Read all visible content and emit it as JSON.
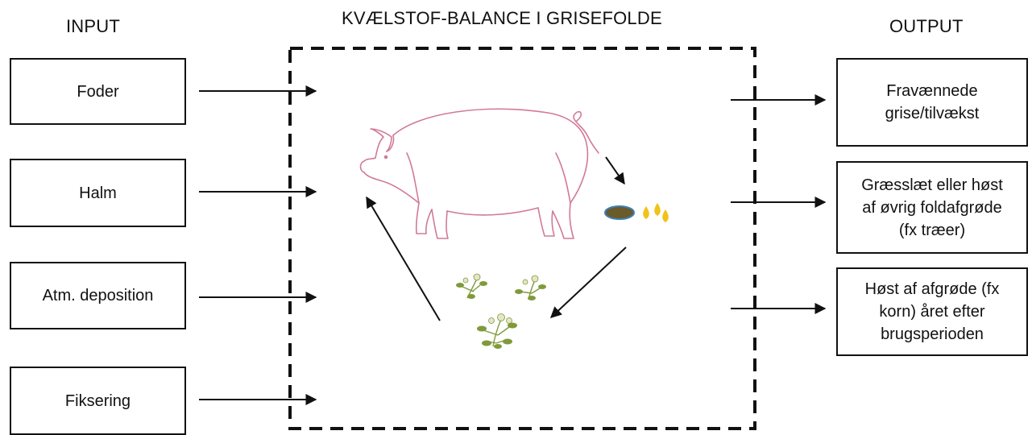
{
  "title": "KVÆLSTOF-BALANCE I GRISEFOLDE",
  "input": {
    "heading": "INPUT",
    "items": [
      "Foder",
      "Halm",
      "Atm. deposition",
      "Fiksering"
    ]
  },
  "output": {
    "heading": "OUTPUT",
    "items": [
      "Fravænnede\ngrise/tilvækst",
      "Græsslæt eller høst\naf øvrig foldafgrøde\n(fx træer)",
      "Høst af afgrøde (fx\nkorn) året efter\nbrugsperioden"
    ]
  },
  "colors": {
    "pig_outline": "#d27a95",
    "manure": "#6b5a2a",
    "manure_edge": "#3d7fb5",
    "urine": "#f1c21b",
    "plants": "#7f9a3a",
    "flowers": "#e7e4c8"
  }
}
